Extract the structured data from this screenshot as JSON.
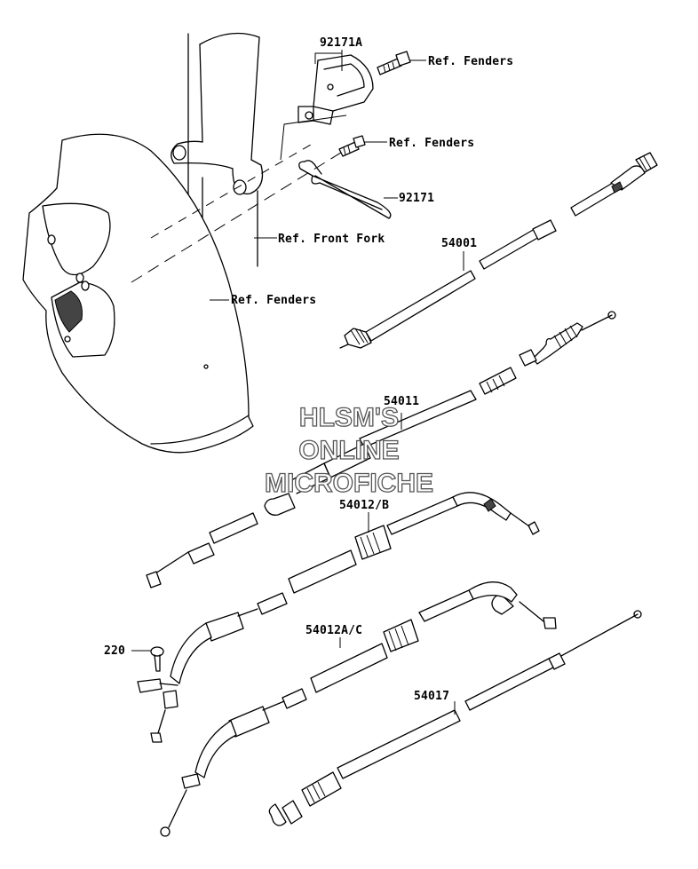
{
  "labels": {
    "p92171A": "92171A",
    "ref_fenders_1": "Ref. Fenders",
    "ref_fenders_2": "Ref. Fenders",
    "p92171": "92171",
    "ref_front_fork": "Ref. Front Fork",
    "ref_fenders_3": "Ref. Fenders",
    "p54001": "54001",
    "p54011": "54011",
    "p54012B": "54012/B",
    "p220": "220",
    "p54012AC": "54012A/C",
    "p54017": "54017"
  },
  "watermark": {
    "line1": "HLSM'S",
    "line2": "ONLINE",
    "line3": "MICROFICHE"
  }
}
